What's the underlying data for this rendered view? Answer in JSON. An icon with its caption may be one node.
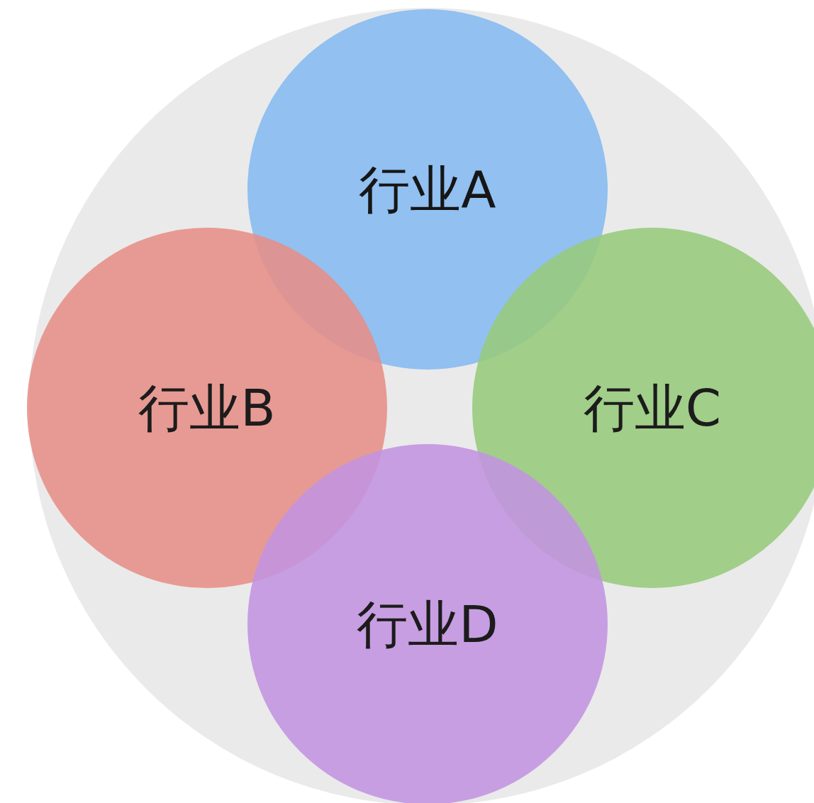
{
  "diagram": {
    "nodes": [
      {
        "text": [],
        "shape": "circle"
      },
      {
        "text": [
          "行业A"
        ],
        "in": 0
      },
      {
        "text": [
          "行业B"
        ],
        "in": 0
      },
      {
        "text": [
          "行业C"
        ],
        "in": 0
      },
      {
        "text": [
          "行业D"
        ],
        "in": 0
      }
    ],
    "edges": []
  }
}
